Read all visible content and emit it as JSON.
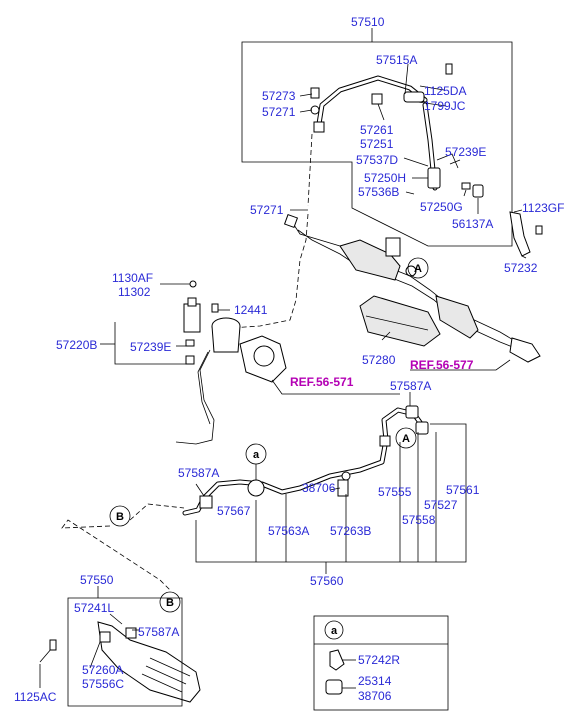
{
  "labels": {
    "57510": "57510",
    "57515A": "57515A",
    "1125DA": "1125DA",
    "1799JC": "1799JC",
    "57273": "57273",
    "57271a": "57271",
    "57261": "57261",
    "57251": "57251",
    "57239E_a": "57239E",
    "57537D": "57537D",
    "57250H": "57250H",
    "57536B": "57536B",
    "57250G": "57250G",
    "57271b": "57271",
    "56137A": "56137A",
    "1123GF": "1123GF",
    "57232": "57232",
    "1130AF": "1130AF",
    "11302": "11302",
    "12441": "12441",
    "57220B": "57220B",
    "57239E_b": "57239E",
    "57280": "57280",
    "57587A_a": "57587A",
    "57555": "57555",
    "57561": "57561",
    "57527": "57527",
    "57558": "57558",
    "57587A_b": "57587A",
    "38706a": "38706",
    "57567": "57567",
    "57563A": "57563A",
    "57263B": "57263B",
    "57560": "57560",
    "57550": "57550",
    "57241L": "57241L",
    "57587A_c": "57587A",
    "57260A": "57260A",
    "57556C": "57556C",
    "1125AC": "1125AC",
    "57242R": "57242R",
    "25314": "25314",
    "38706b": "38706"
  },
  "refs": {
    "ref1": "REF.56-577",
    "ref2": "REF.56-571"
  },
  "callouts": {
    "A": "A",
    "a": "a",
    "B": "B"
  },
  "inset": {
    "header": "a"
  },
  "colors": {
    "label": "#2a2ad6",
    "ref": "#b400b4"
  }
}
